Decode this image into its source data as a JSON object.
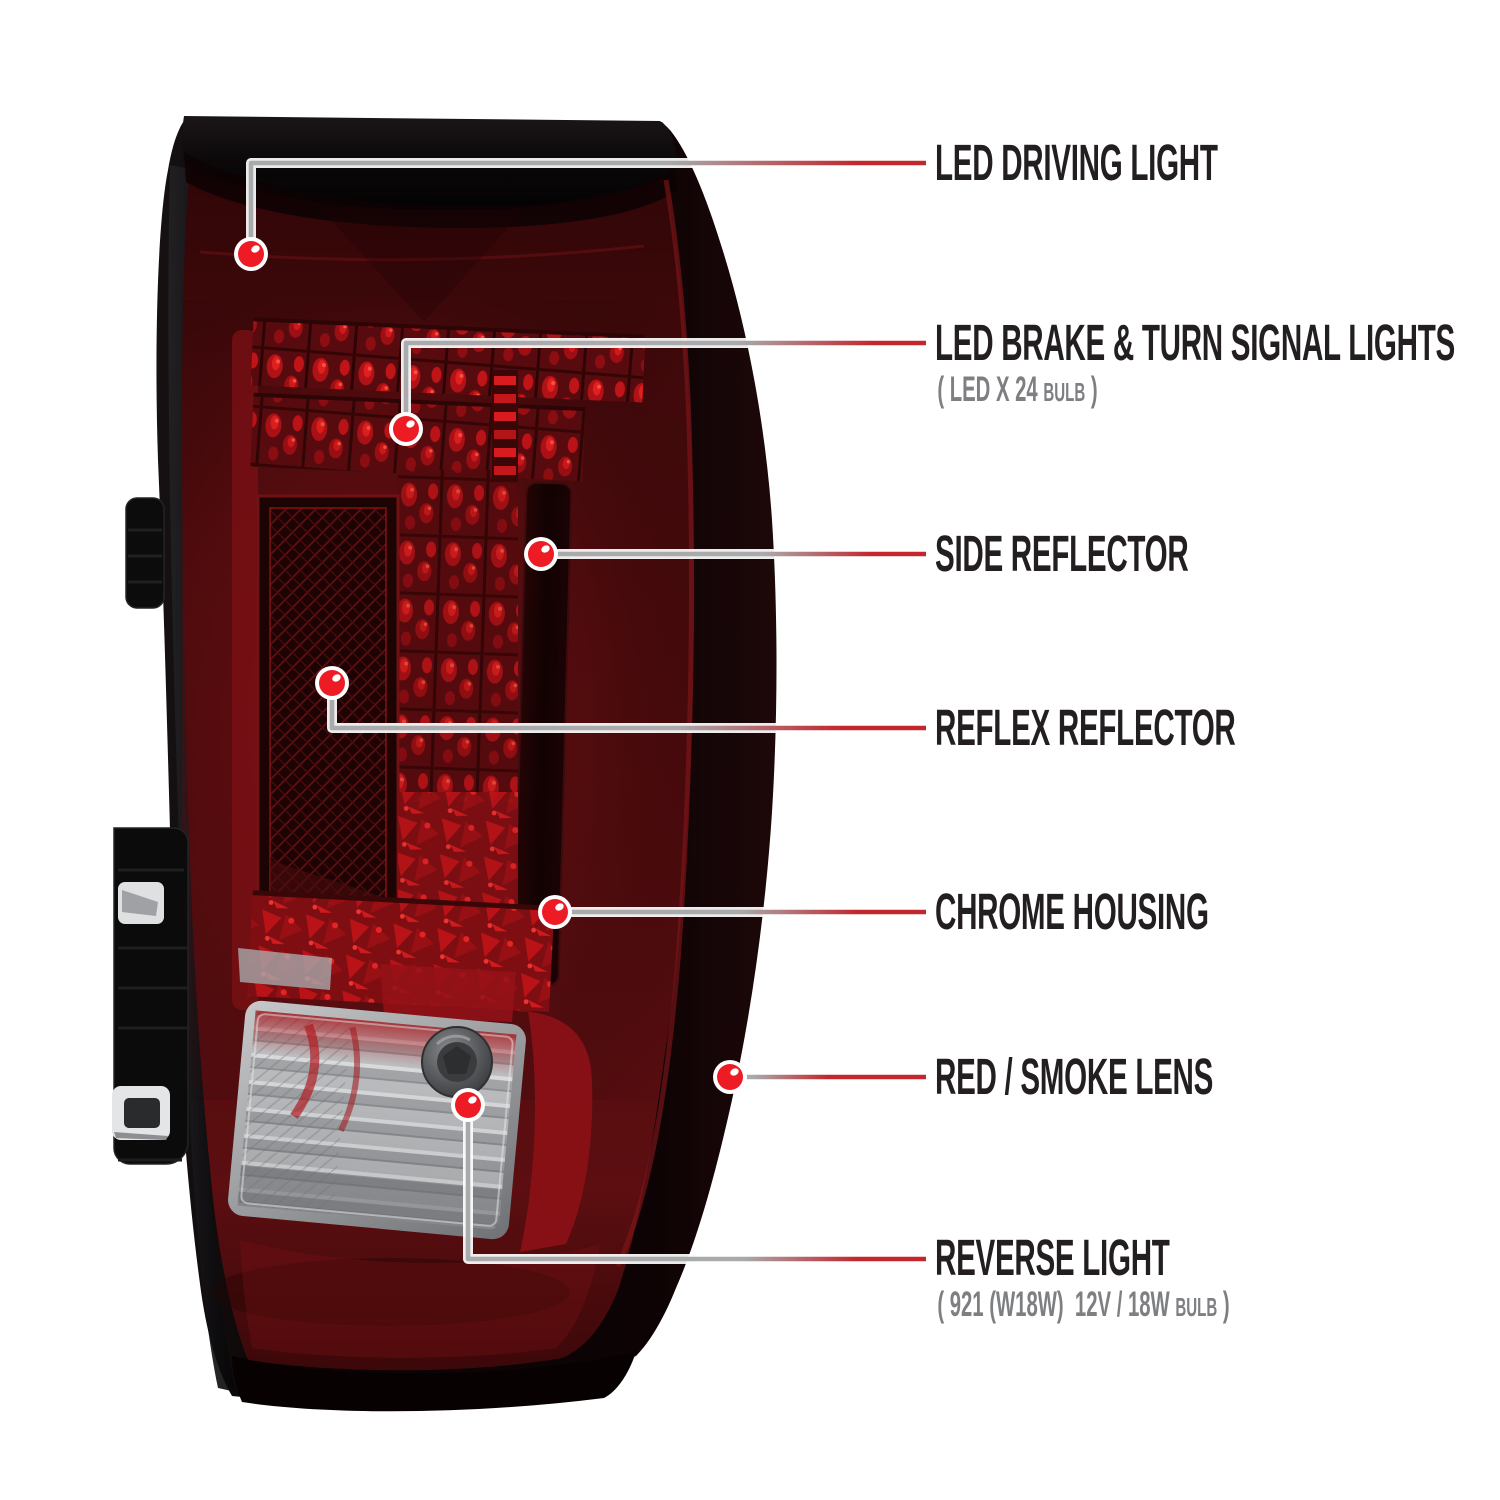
{
  "colors": {
    "background": "#ffffff",
    "accent_red_line": "#c1272d",
    "leader_gray": "#a7a9ac",
    "marker_dot_red": "#ed1c24",
    "label_text": "#231f20",
    "sub_text": "#7d7f82",
    "lens_dark_red": "#4e0b0d",
    "reverse_lens_gray": "#aeb0b3"
  },
  "callouts": [
    {
      "id": "led-driving-light",
      "label": "LED DRIVING LIGHT"
    },
    {
      "id": "led-brake-turn-signal",
      "label": "LED BRAKE & TURN SIGNAL LIGHTS",
      "sub_prefix": "( LED X 24 ",
      "sub_small": "BULB",
      "sub_suffix": " )"
    },
    {
      "id": "side-reflector",
      "label": "SIDE REFLECTOR"
    },
    {
      "id": "reflex-reflector",
      "label": "REFLEX REFLECTOR"
    },
    {
      "id": "chrome-housing",
      "label": "CHROME HOUSING"
    },
    {
      "id": "red-smoke-lens",
      "label": "RED / SMOKE LENS"
    },
    {
      "id": "reverse-light",
      "label": "REVERSE LIGHT",
      "sub_prefix": "( 921 (W18W)  12V / 18W ",
      "sub_small": "BULB",
      "sub_suffix": " )"
    }
  ]
}
